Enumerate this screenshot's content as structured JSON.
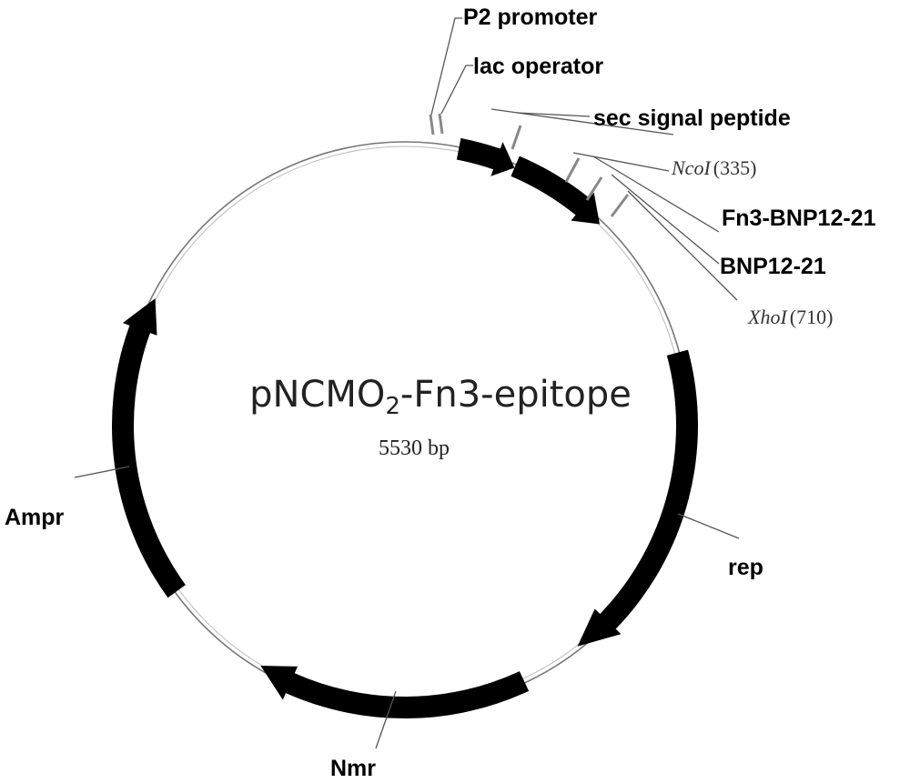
{
  "plasmid": {
    "name": "pNCMO",
    "name_subscript": "2",
    "name_suffix": "-Fn3-epitope",
    "size_label": "5530 bp"
  },
  "features": [
    {
      "label": "P2 promoter"
    },
    {
      "label": "lac operator"
    },
    {
      "label": "sec signal peptide"
    },
    {
      "label": "Fn3-BNP12-21"
    },
    {
      "label": "BNP12-21"
    },
    {
      "label": "rep"
    },
    {
      "label": "Nmr"
    },
    {
      "label": "Ampr"
    }
  ],
  "sites": [
    {
      "name": "NcoI",
      "position": "(335)"
    },
    {
      "name": "XhoI",
      "position": "(710)"
    }
  ],
  "colors": {
    "arrow": "#000000",
    "backbone": "#555555",
    "tick": "#888888"
  }
}
